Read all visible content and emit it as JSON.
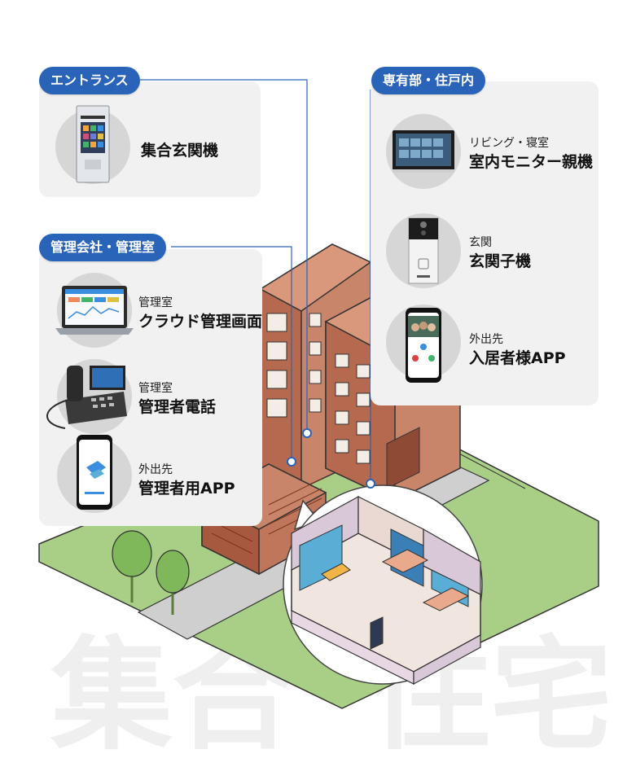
{
  "watermark": {
    "left": "集合",
    "right": "住宅"
  },
  "sections": {
    "entrance": {
      "title": "エントランス",
      "items": [
        {
          "main": "集合玄関機",
          "icon": "lobby-door-station-icon"
        }
      ]
    },
    "management": {
      "title": "管理会社・管理室",
      "items": [
        {
          "sub": "管理室",
          "main": "クラウド管理画面",
          "icon": "laptop-icon"
        },
        {
          "sub": "管理室",
          "main": "管理者電話",
          "icon": "desk-video-phone-icon"
        },
        {
          "sub": "外出先",
          "main": "管理者用APP",
          "icon": "smartphone-app-icon"
        }
      ]
    },
    "residence": {
      "title": "専有部・住戸内",
      "items": [
        {
          "sub": "リビング・寝室",
          "main": "室内モニター親機",
          "icon": "indoor-monitor-icon"
        },
        {
          "sub": "玄関",
          "main": "玄関子機",
          "icon": "door-station-icon"
        },
        {
          "sub": "外出先",
          "main": "入居者様APP",
          "icon": "smartphone-video-call-icon"
        }
      ]
    }
  },
  "colors": {
    "accent": "#2a64b8",
    "panel": "#f1f1f1",
    "circle": "#d6d6d6",
    "grass": "#a9cf86",
    "road": "#cfcfcf",
    "brick": "#c0765a",
    "brick_dark": "#8e4a35"
  }
}
